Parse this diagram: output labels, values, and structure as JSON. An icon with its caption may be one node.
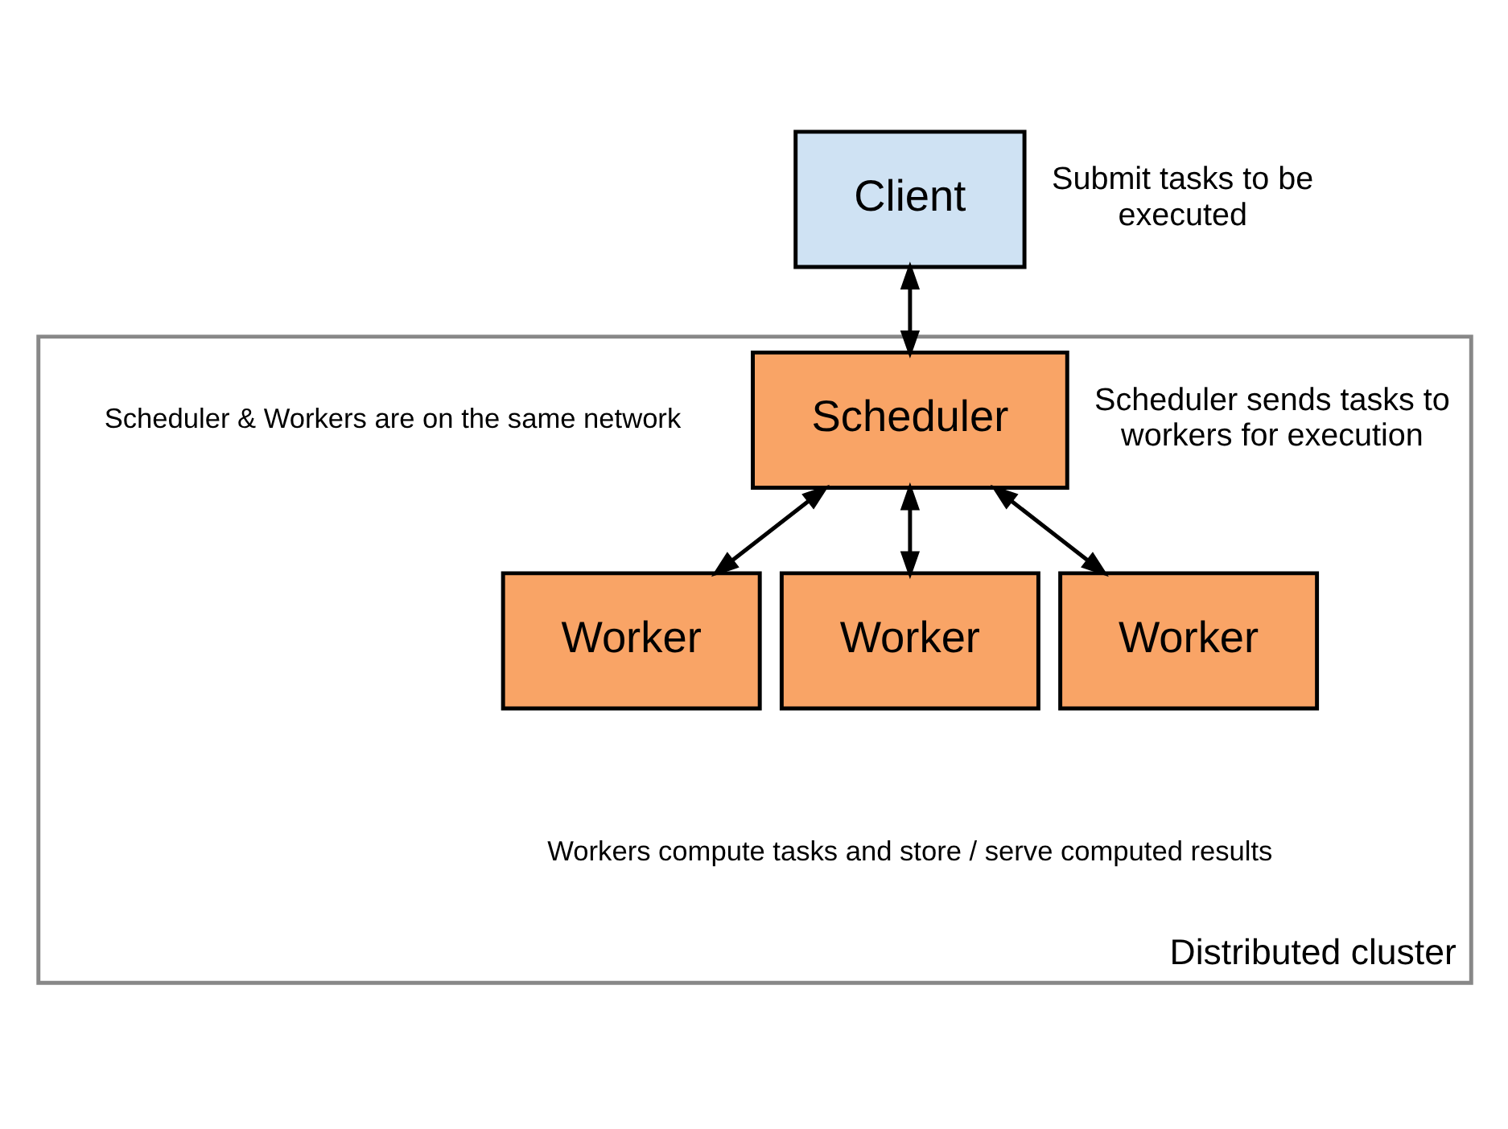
{
  "diagram": {
    "nodes": [
      {
        "text": [
          "Client"
        ],
        "beside": [
          "Submit tasks to be executed"
        ]
      },
      {
        "text": [
          "Distributed cluster"
        ]
      },
      {
        "text": [
          "Scheduler"
        ],
        "in": 1,
        "beside": [
          "Scheduler sends tasks to workers for execution"
        ]
      },
      {
        "text": [
          "Worker"
        ],
        "in": 1
      },
      {
        "text": [
          "Worker"
        ],
        "in": 1
      },
      {
        "text": [
          "Worker"
        ],
        "in": 1
      }
    ],
    "edges": [
      {
        "from": 0,
        "to": 2,
        "arrow": "both"
      },
      {
        "from": 2,
        "to": 3,
        "arrow": "both"
      },
      {
        "from": 2,
        "to": 4,
        "arrow": "both"
      },
      {
        "from": 2,
        "to": 5,
        "arrow": "both"
      }
    ],
    "labels": [
      "Scheduler & Workers are on the same network",
      "Workers compute tasks and store / serve computed results"
    ]
  }
}
